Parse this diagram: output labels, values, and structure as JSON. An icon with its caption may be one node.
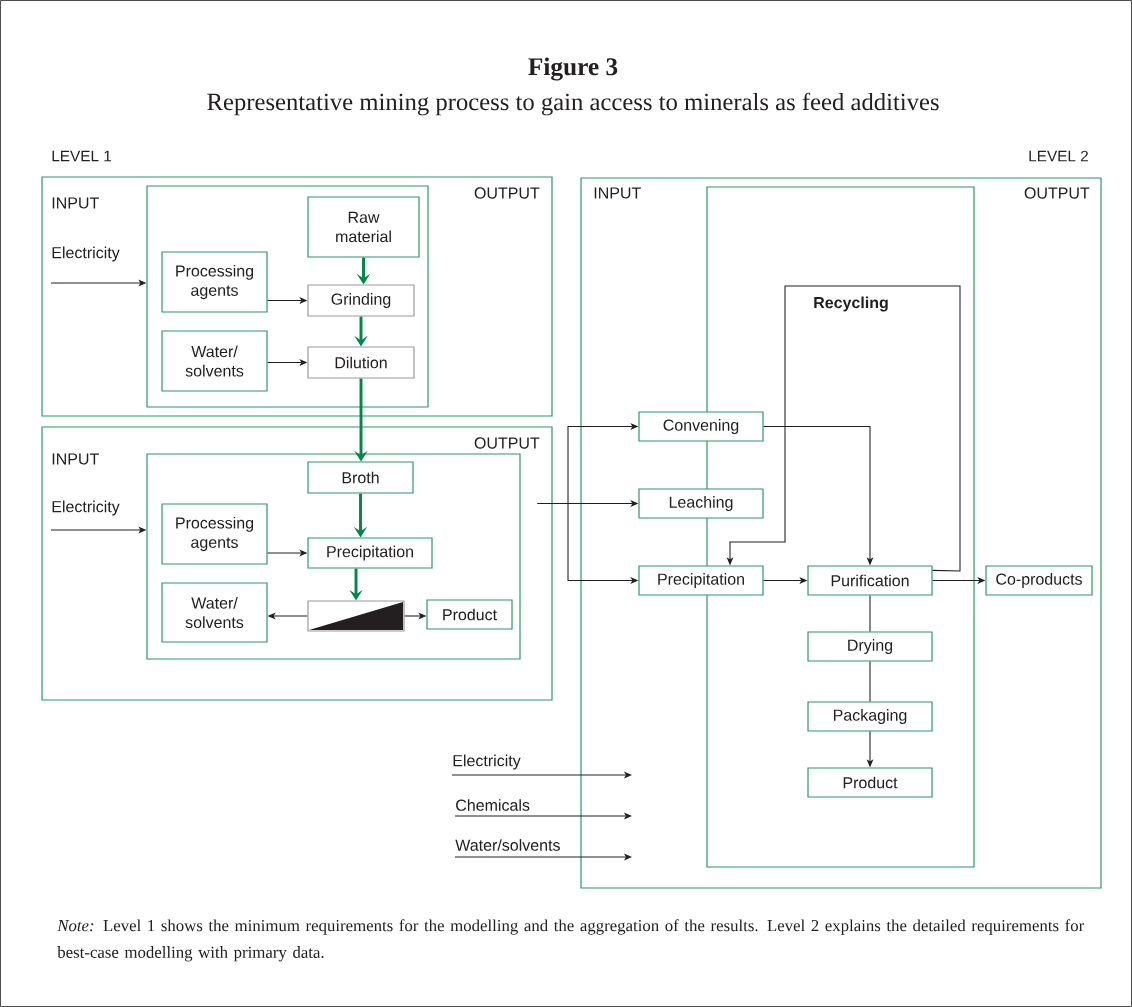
{
  "diagram": {
    "title": "Figure 3",
    "caption": "*Note:* Level 1 shows the minimum requirements for the modelling and the aggregation of the results. Level 2 explains the detailed requirements for best-case modelling with primary data.",
    "nodes": [
      {
        "text": [
          "INPUT",
          "OUTPUT"
        ]
      },
      {
        "text": [],
        "shape": "box",
        "in": 0
      },
      {
        "text": [
          "Electricity"
        ],
        "in": 0
      },
      {
        "text": [
          "Raw material"
        ],
        "in": 1
      },
      {
        "text": [
          "Processing agents"
        ],
        "in": 1
      },
      {
        "text": [
          "Grinding"
        ],
        "in": 1
      },
      {
        "text": [
          "Water/ solvents"
        ],
        "in": 1
      },
      {
        "text": [
          "Dilution"
        ],
        "in": 1
      },
      {
        "text": [
          "INPUT",
          "OUTPUT"
        ]
      },
      {
        "text": [],
        "shape": "box",
        "in": 8
      },
      {
        "text": [
          "Electricity"
        ],
        "in": 8
      },
      {
        "text": [
          "Broth"
        ],
        "in": 9
      },
      {
        "text": [
          "Processing agents"
        ],
        "in": 9
      },
      {
        "text": [
          "Precipitation"
        ],
        "in": 9
      },
      {
        "text": [
          "Water/ solvents"
        ],
        "in": 9
      },
      {
        "text": [],
        "shape": "box",
        "in": 9
      },
      {
        "text": [
          "Product"
        ],
        "in": 9
      },
      {
        "text": [
          "INPUT",
          "OUTPUT"
        ]
      },
      {
        "text": [],
        "shape": "box",
        "in": 17
      },
      {
        "text": [
          "Convening"
        ],
        "in": 17
      },
      {
        "text": [
          "Leaching"
        ],
        "in": 17
      },
      {
        "text": [
          "Precipitation"
        ],
        "in": 17
      },
      {
        "text": [
          "Purification"
        ],
        "in": 18
      },
      {
        "text": [
          "Co-products"
        ],
        "in": 17
      },
      {
        "text": [
          "Drying"
        ],
        "in": 18
      },
      {
        "text": [
          "Packaging"
        ],
        "in": 18
      },
      {
        "text": [
          "Product"
        ],
        "in": 18
      },
      {
        "text": [
          "Electricity"
        ]
      },
      {
        "text": [
          "Chemicals"
        ]
      },
      {
        "text": [
          "Water/solvents"
        ]
      }
    ],
    "edges": [
      {
        "from": 3,
        "to": 5,
        "arrow": "to",
        "style": "thick",
        "color": "#00874a"
      },
      {
        "from": 4,
        "to": 5,
        "arrow": "to"
      },
      {
        "from": 5,
        "to": 7,
        "arrow": "to",
        "style": "thick",
        "color": "#00874a"
      },
      {
        "from": 6,
        "to": 7,
        "arrow": "to"
      },
      {
        "from": 7,
        "to": 11,
        "arrow": "to",
        "style": "thick",
        "color": "#00874a"
      },
      {
        "from": 11,
        "to": 13,
        "arrow": "to",
        "style": "thick",
        "color": "#00874a"
      },
      {
        "from": 12,
        "to": 13,
        "arrow": "to"
      },
      {
        "from": 13,
        "to": 15,
        "arrow": "to",
        "style": "thick",
        "color": "#00874a"
      },
      {
        "from": 15,
        "to": 14,
        "arrow": "to"
      },
      {
        "from": 15,
        "to": 16,
        "arrow": "to"
      },
      {
        "from": 8,
        "to": 19,
        "arrow": "to"
      },
      {
        "from": 8,
        "to": 20,
        "arrow": "to"
      },
      {
        "from": 8,
        "to": 21,
        "arrow": "to"
      },
      {
        "from": 19,
        "to": 22,
        "arrow": "to"
      },
      {
        "from": 22,
        "to": 21,
        "arrow": "to",
        "label": "Recycling"
      },
      {
        "from": 21,
        "to": 22,
        "arrow": "to"
      },
      {
        "from": 22,
        "to": 23,
        "arrow": "to"
      },
      {
        "from": 22,
        "to": 24,
        "arrow": "none"
      },
      {
        "from": 24,
        "to": 25,
        "arrow": "none"
      },
      {
        "from": 25,
        "to": 26,
        "arrow": "to"
      },
      {
        "from": 2,
        "to": 1,
        "arrow": "to"
      },
      {
        "from": 10,
        "to": 9,
        "arrow": "to"
      },
      {
        "from": 27,
        "to": null,
        "arrow": "to"
      },
      {
        "from": 28,
        "to": null,
        "arrow": "to"
      },
      {
        "from": 29,
        "to": null,
        "arrow": "to"
      }
    ],
    "labels": [
      "Representative mining process to gain access to minerals as feed additives",
      "LEVEL 1",
      "LEVEL 2"
    ]
  }
}
